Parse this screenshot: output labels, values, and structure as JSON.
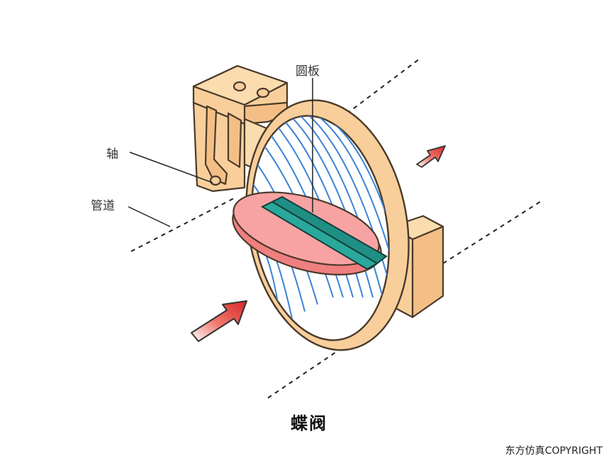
{
  "labels": {
    "disc": "圆板",
    "shaft": "轴",
    "pipe": "管道"
  },
  "caption": "蝶阀",
  "watermark": "东方仿真COPYRIGHT",
  "colors": {
    "body": "#f8cf9b",
    "outline": "#4a3a2a",
    "disc": "#f59a9a",
    "shaft_bar": "#1f8f84",
    "hatch": "#3b82d6",
    "arrow": "#d9342c"
  }
}
